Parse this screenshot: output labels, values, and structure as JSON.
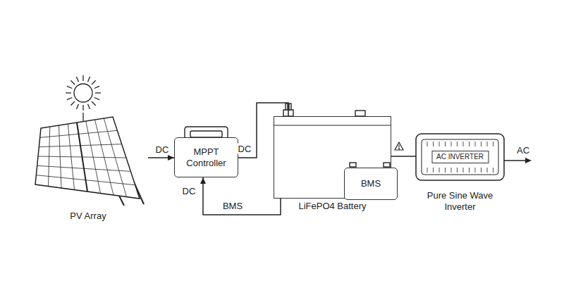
{
  "diagram": {
    "nodes": [
      {
        "text": [
          "PV Array"
        ]
      },
      {
        "text": [
          "MPPT Controller"
        ]
      },
      {
        "text": [
          "LiFePO4 Battery"
        ]
      },
      {
        "text": [
          "BMS"
        ],
        "in": 2
      },
      {
        "text": [
          "AC INVERTER",
          "Pure Sine Wave Inverter"
        ]
      }
    ],
    "edges": [
      {
        "from": 0,
        "to": 1,
        "arrow": "to",
        "label": "DC"
      },
      {
        "from": 1,
        "to": 2,
        "arrow": "none",
        "label": "DC"
      },
      {
        "from": 2,
        "to": 1,
        "arrow": "to",
        "label": "BMS"
      },
      {
        "from": 2,
        "to": 4,
        "arrow": "none"
      }
    ],
    "labels": [
      "DC",
      "AC"
    ]
  }
}
